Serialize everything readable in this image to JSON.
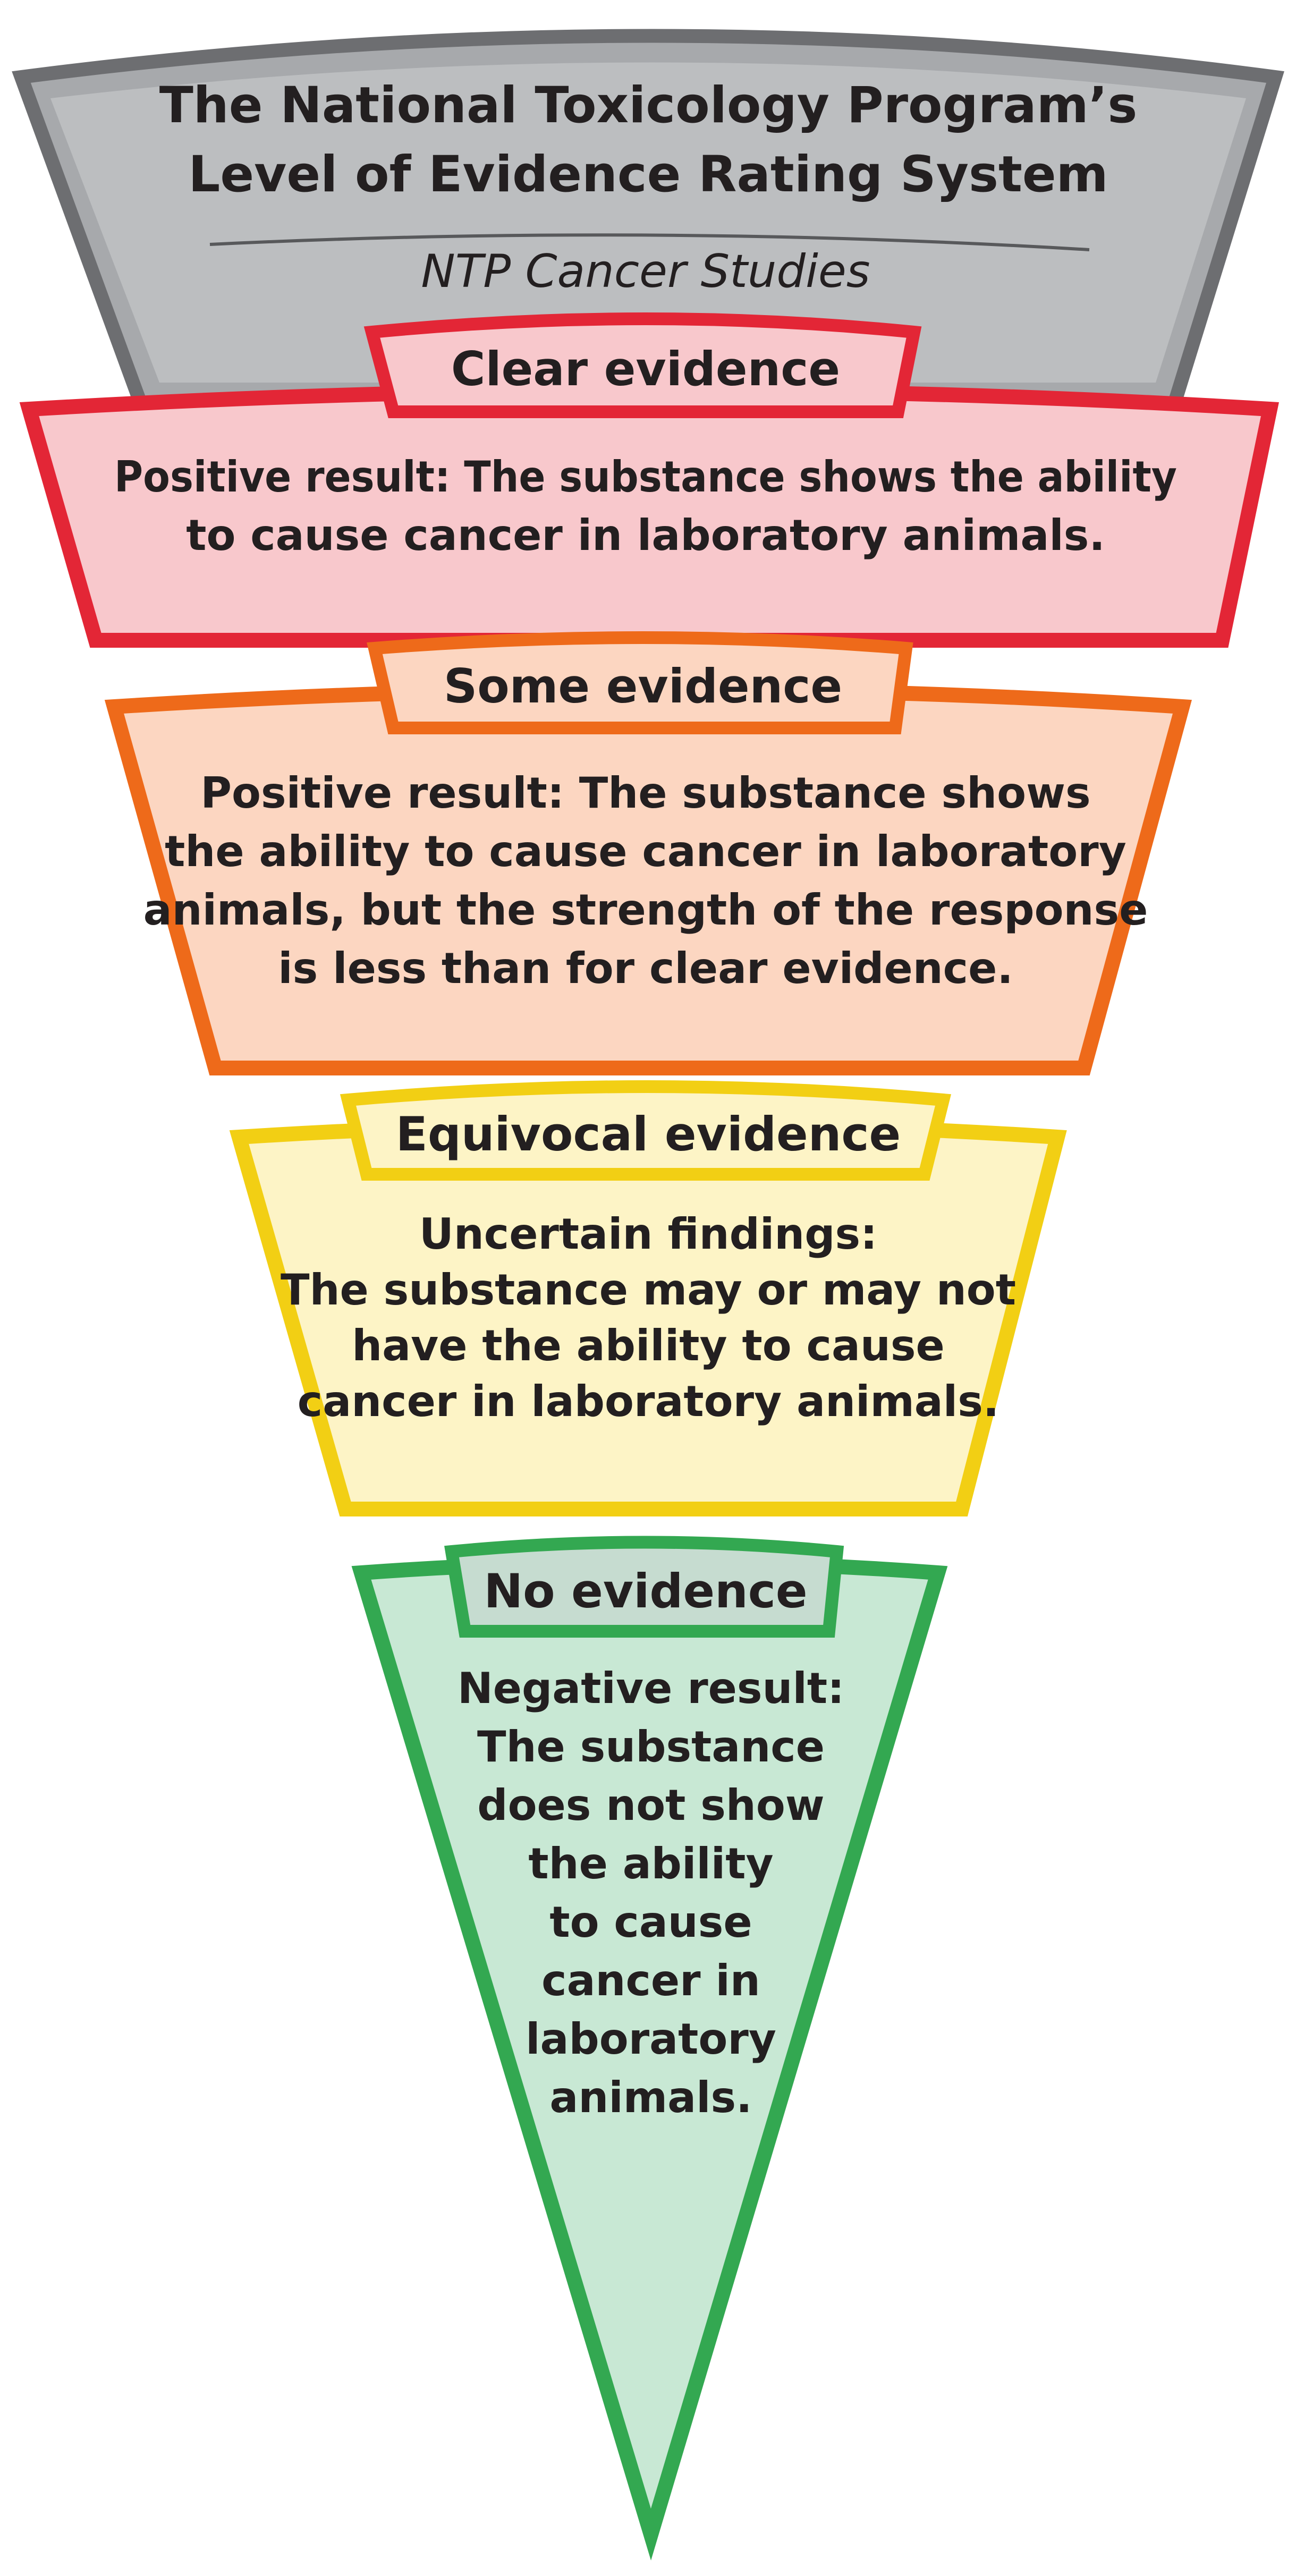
{
  "header": {
    "title_lines": [
      "The National Toxicology Program’s",
      "Level of Evidence Rating System"
    ],
    "subtitle": "NTP Cancer Studies",
    "color": "#a7a9ac"
  },
  "levels": [
    {
      "label": "Clear evidence",
      "description_lines": [
        "Positive result: The substance shows the ability",
        "to cause cancer in laboratory animals."
      ],
      "color": "#e32636",
      "fill": "#f8c8cc"
    },
    {
      "label": "Some evidence",
      "description_lines": [
        "Positive result: The substance shows",
        "the ability to cause cancer in laboratory",
        "animals, but the strength of the response",
        "is less than for clear evidence."
      ],
      "color": "#ee6a1a",
      "fill": "#fcd6c1"
    },
    {
      "label": "Equivocal evidence",
      "description_lines": [
        "Uncertain findings:",
        "The substance may or may not",
        "have the ability to cause",
        "cancer in laboratory animals."
      ],
      "color": "#f2cf14",
      "fill": "#fdf4c6"
    },
    {
      "label": "No evidence",
      "description_lines": [
        "Negative result:",
        "The substance",
        "does not show",
        "the ability",
        "to cause",
        "cancer in",
        "laboratory",
        "animals."
      ],
      "color": "#33a851",
      "fill": "#c8e8d4",
      "label_fill": "#c6dcd0"
    }
  ]
}
